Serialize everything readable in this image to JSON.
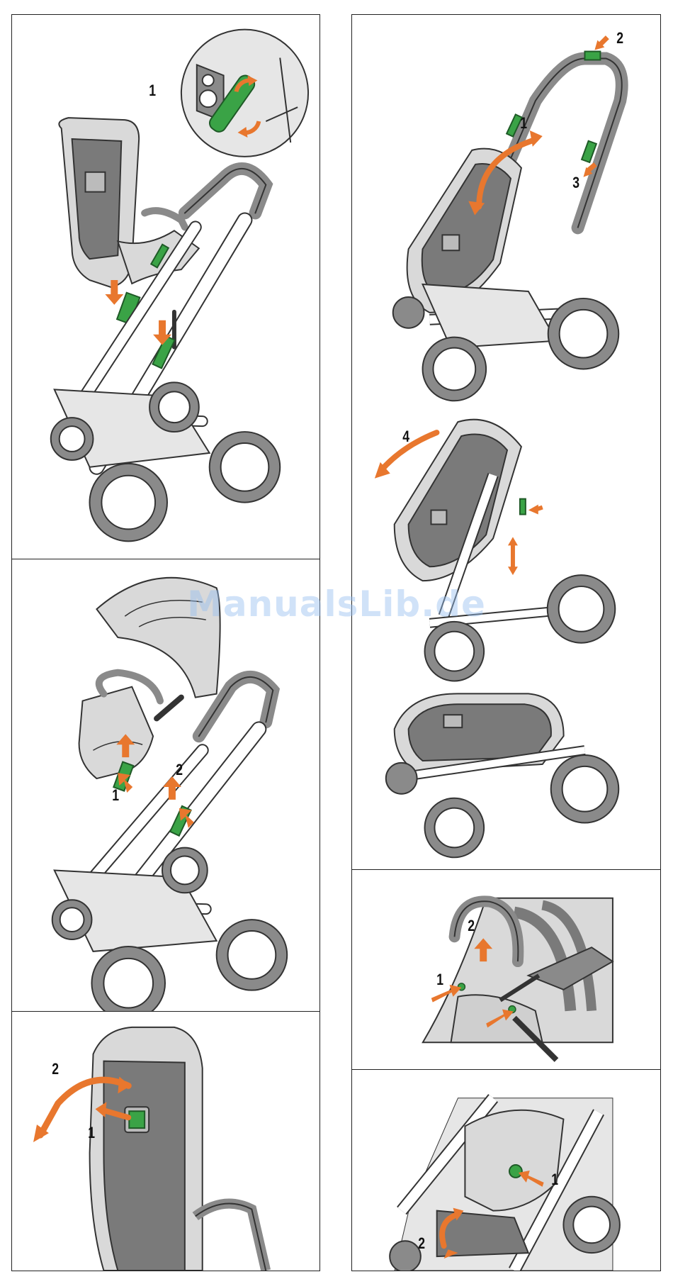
{
  "watermark": "ManualsLib.de",
  "colors": {
    "arrow": "#e8772e",
    "lock_green": "#3aa346",
    "frame_dark": "#8a8a8a",
    "fabric_light": "#d9d9d9",
    "fabric_dark": "#7a7a7a",
    "outline": "#333333"
  },
  "panels": {
    "attach_seat": {
      "label_1": "1"
    },
    "raise_seat": {
      "label_1": "1",
      "label_2": "2"
    },
    "canopy": {
      "label_1": "1",
      "label_2": "2"
    },
    "fold": {
      "label_1": "1",
      "label_2": "2",
      "label_3": "3",
      "label_4": "4"
    },
    "bumper_bar": {
      "label_1": "1",
      "label_2": "2"
    },
    "recline": {
      "label_1": "1",
      "label_2": "2"
    }
  }
}
